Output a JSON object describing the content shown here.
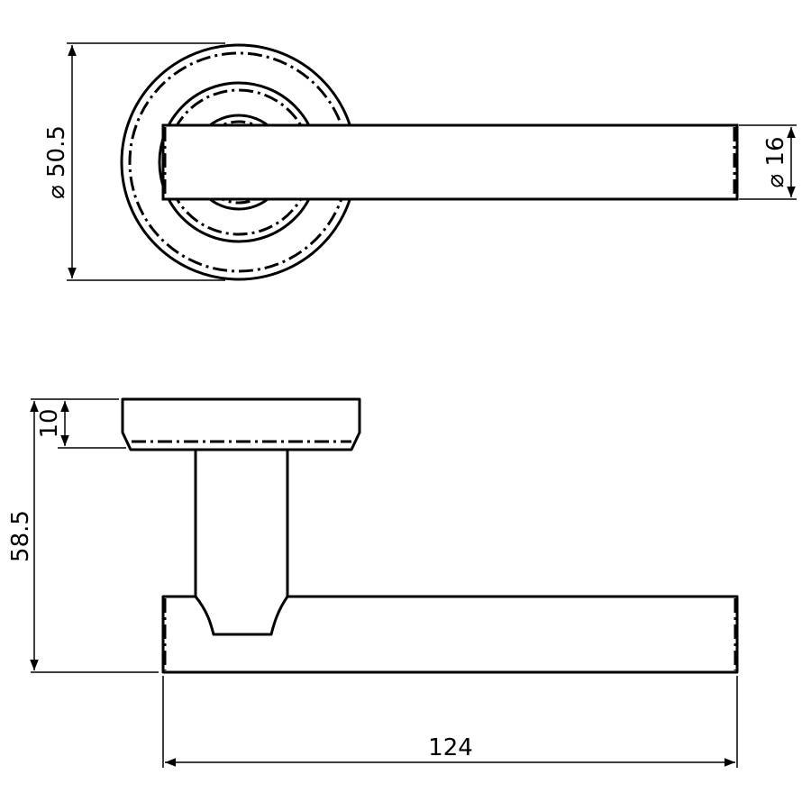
{
  "drawing": {
    "title": "",
    "units": "",
    "dimensions": {
      "rose_diameter": "⌀ 50.5",
      "lever_diameter": "⌀ 16",
      "rose_thickness": "10",
      "projection": "58.5",
      "lever_length": "124"
    }
  }
}
